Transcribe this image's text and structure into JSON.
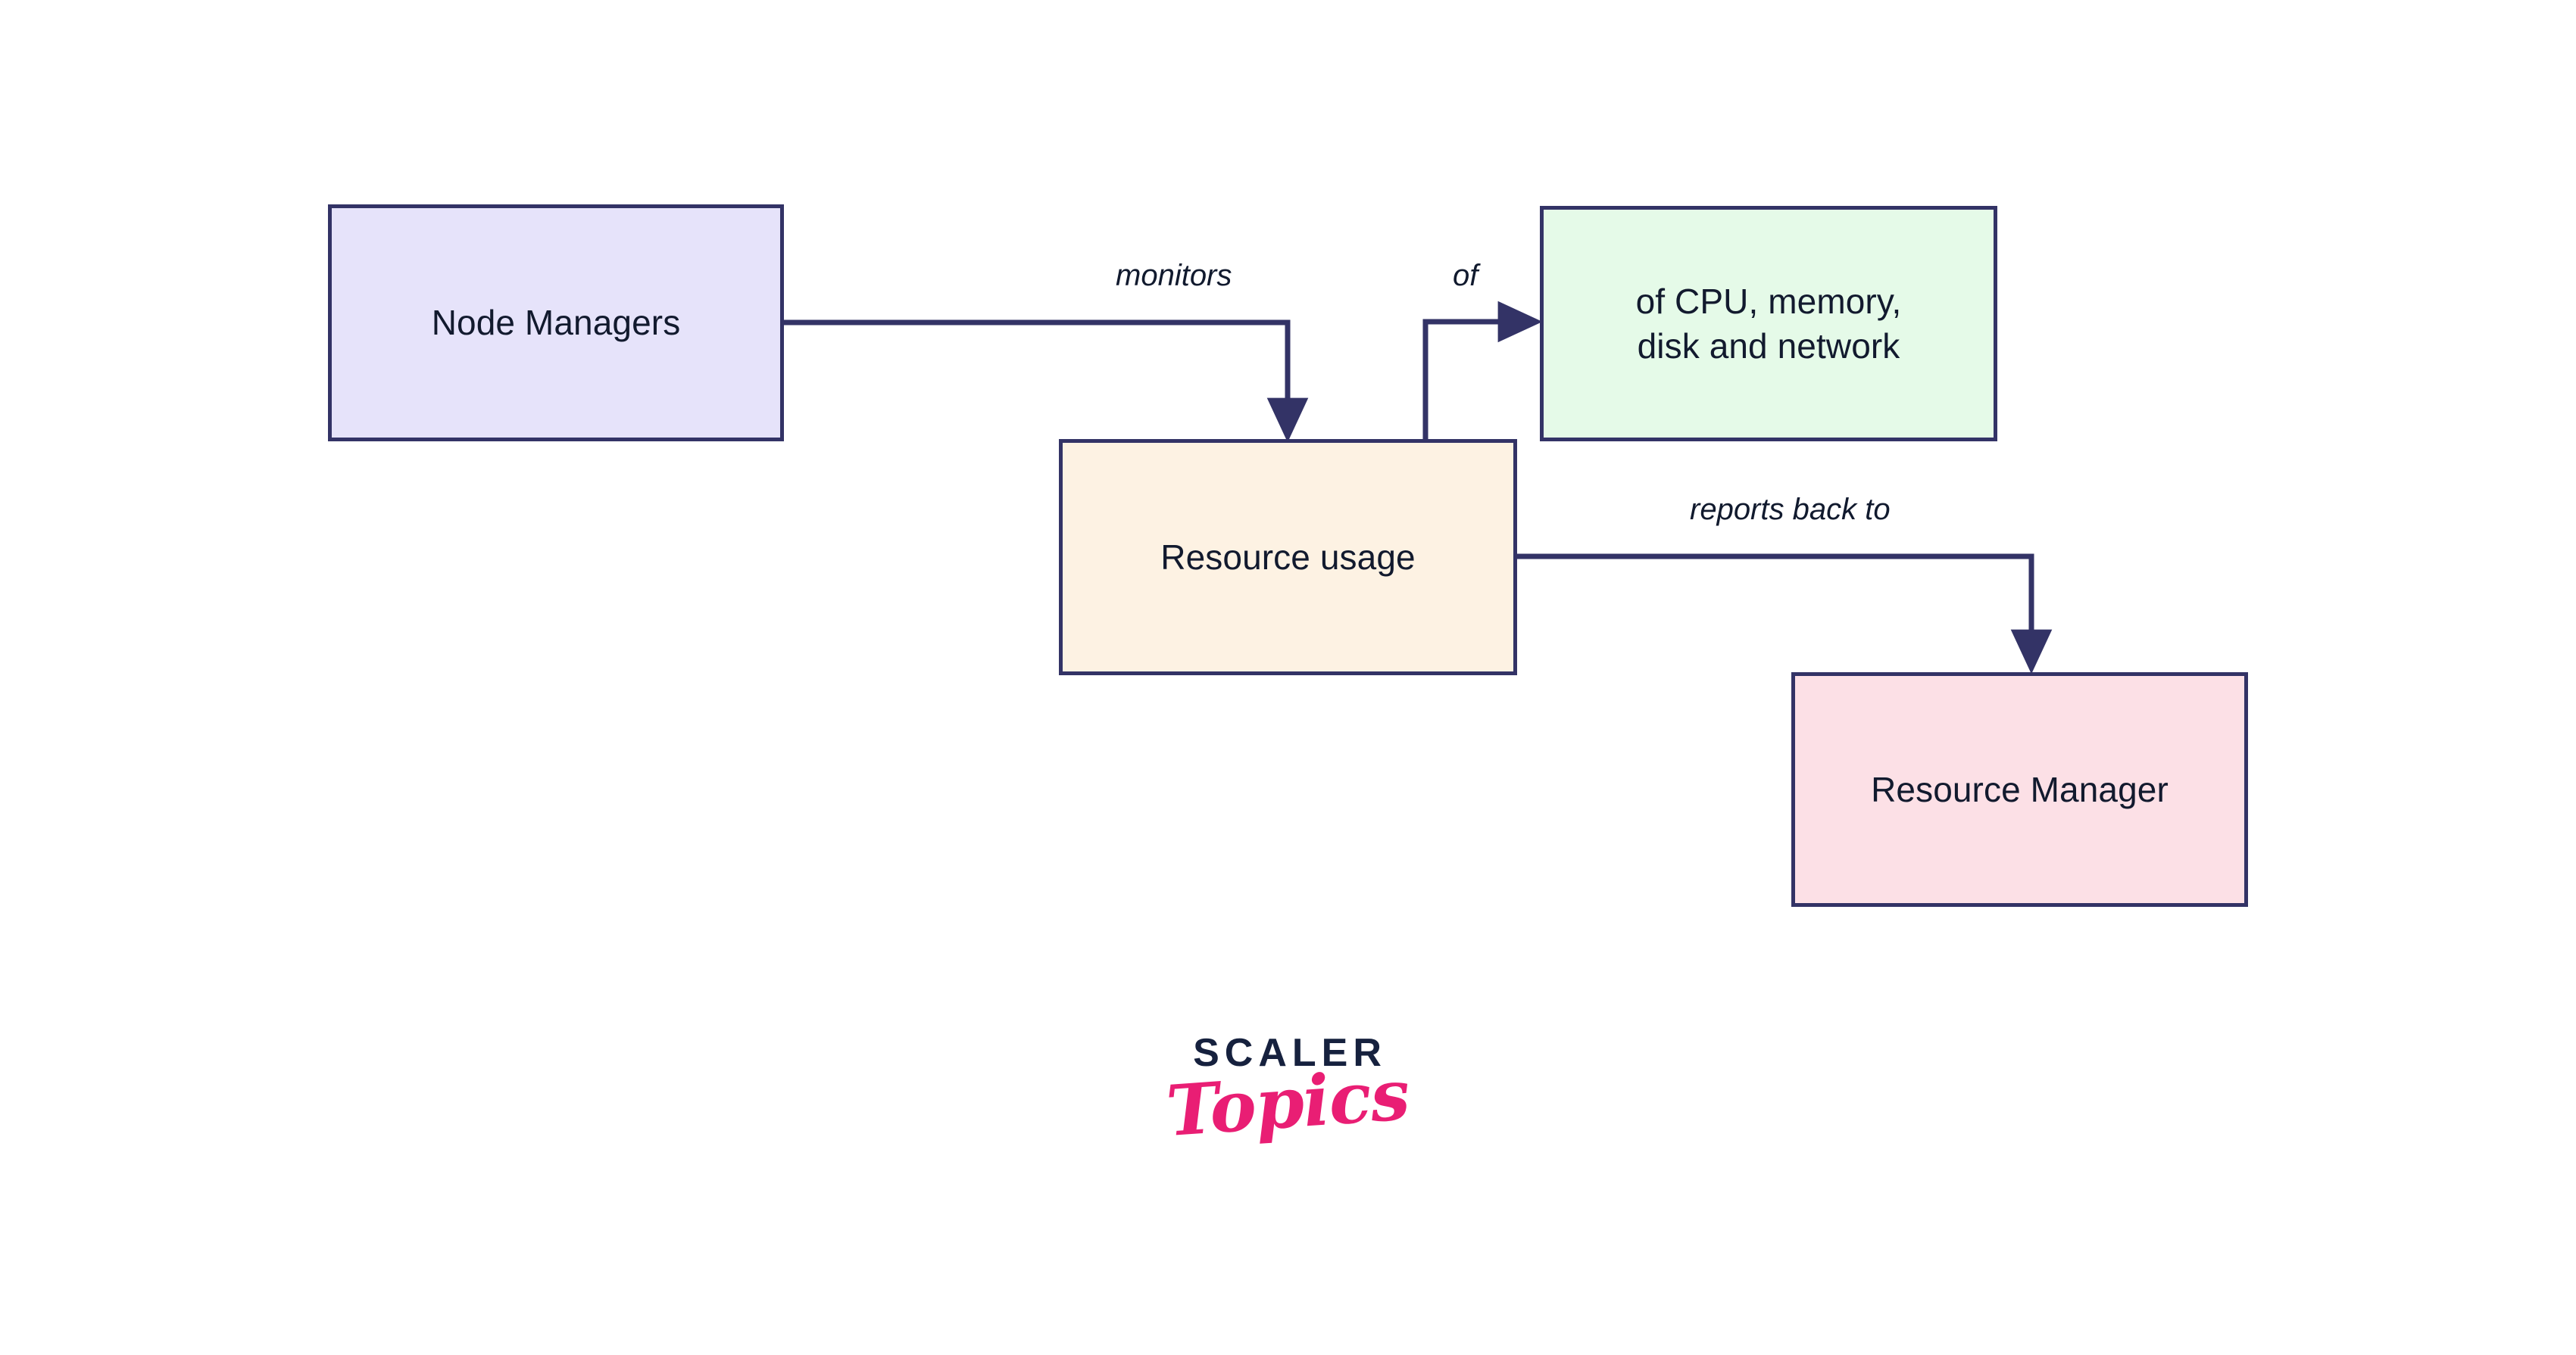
{
  "diagram": {
    "nodes": [
      {
        "id": "node-managers",
        "label": "Node Managers",
        "fill": "#e6e3fa",
        "border": "#333366"
      },
      {
        "id": "resource-detail",
        "label": "of CPU, memory,\ndisk and network",
        "fill": "#e5fae8",
        "border": "#333366"
      },
      {
        "id": "resource-usage",
        "label": "Resource usage",
        "fill": "#fdf2e3",
        "border": "#333366"
      },
      {
        "id": "resource-manager",
        "label": "Resource Manager",
        "fill": "#fce0e6",
        "border": "#333366"
      }
    ],
    "edges": [
      {
        "id": "monitors",
        "label": "monitors",
        "from": "node-managers",
        "to": "resource-usage"
      },
      {
        "id": "of",
        "label": "of",
        "from": "resource-usage",
        "to": "resource-detail"
      },
      {
        "id": "reports-back",
        "label": "reports back to",
        "from": "resource-usage",
        "to": "resource-manager"
      }
    ],
    "edge_color": "#333366"
  },
  "logo": {
    "wordmark": "SCALER",
    "script": "Topics",
    "wordmark_color": "#16213e",
    "script_color": "#e91e74"
  }
}
